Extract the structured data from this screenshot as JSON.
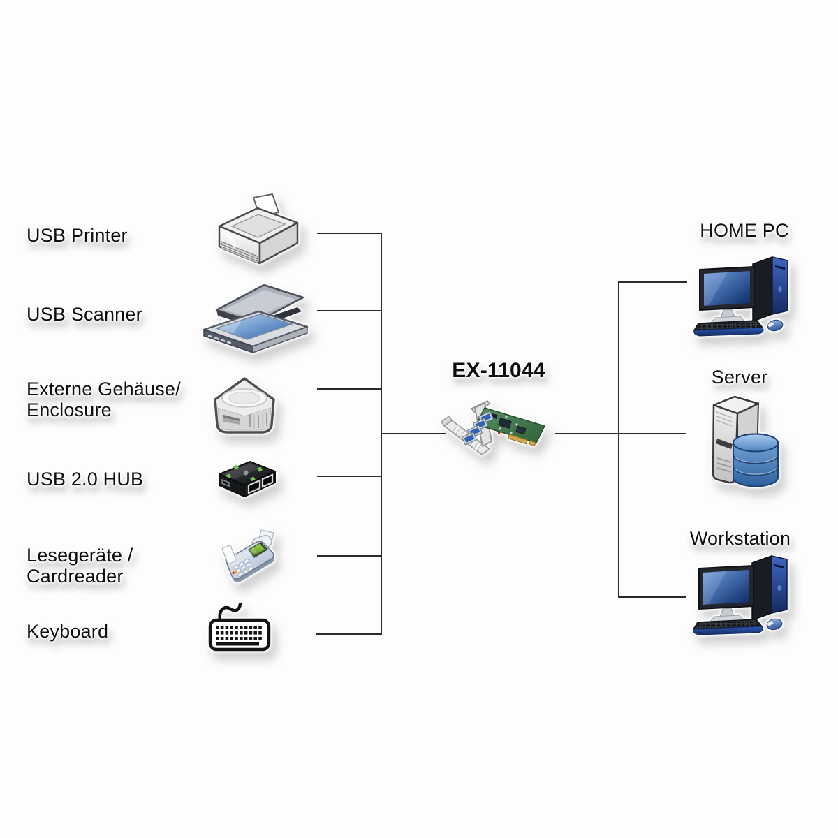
{
  "diagram": {
    "card": {
      "title": "EX-11044",
      "icon": "pcie-usb3-card-icon"
    },
    "devices": [
      {
        "line1": "USB Printer",
        "icon": "printer-icon"
      },
      {
        "line1": "USB Scanner",
        "icon": "scanner-icon"
      },
      {
        "line1": "Externe Gehäuse/",
        "line2": "Enclosure",
        "icon": "hdd-enclosure-icon"
      },
      {
        "line1": "USB 2.0 HUB",
        "icon": "usb-hub-icon"
      },
      {
        "line1": "Lesegeräte /",
        "line2": "Cardreader",
        "icon": "cardreader-icon"
      },
      {
        "line1": "Keyboard",
        "icon": "keyboard-icon"
      }
    ],
    "hosts": [
      {
        "label": "HOME PC",
        "icon": "desktop-pc-icon"
      },
      {
        "label": "Server",
        "icon": "server-icon"
      },
      {
        "label": "Workstation",
        "icon": "desktop-pc-icon"
      }
    ],
    "colors": {
      "line": "#2b2b2b",
      "text": "#0d0d0d",
      "pcb_green": "#3f7a4a",
      "usb_port_blue": "#2f62b5",
      "led_green": "#6fc24c",
      "screen_blue": "#1f4f9e",
      "database_blue": "#4d86c6"
    }
  }
}
